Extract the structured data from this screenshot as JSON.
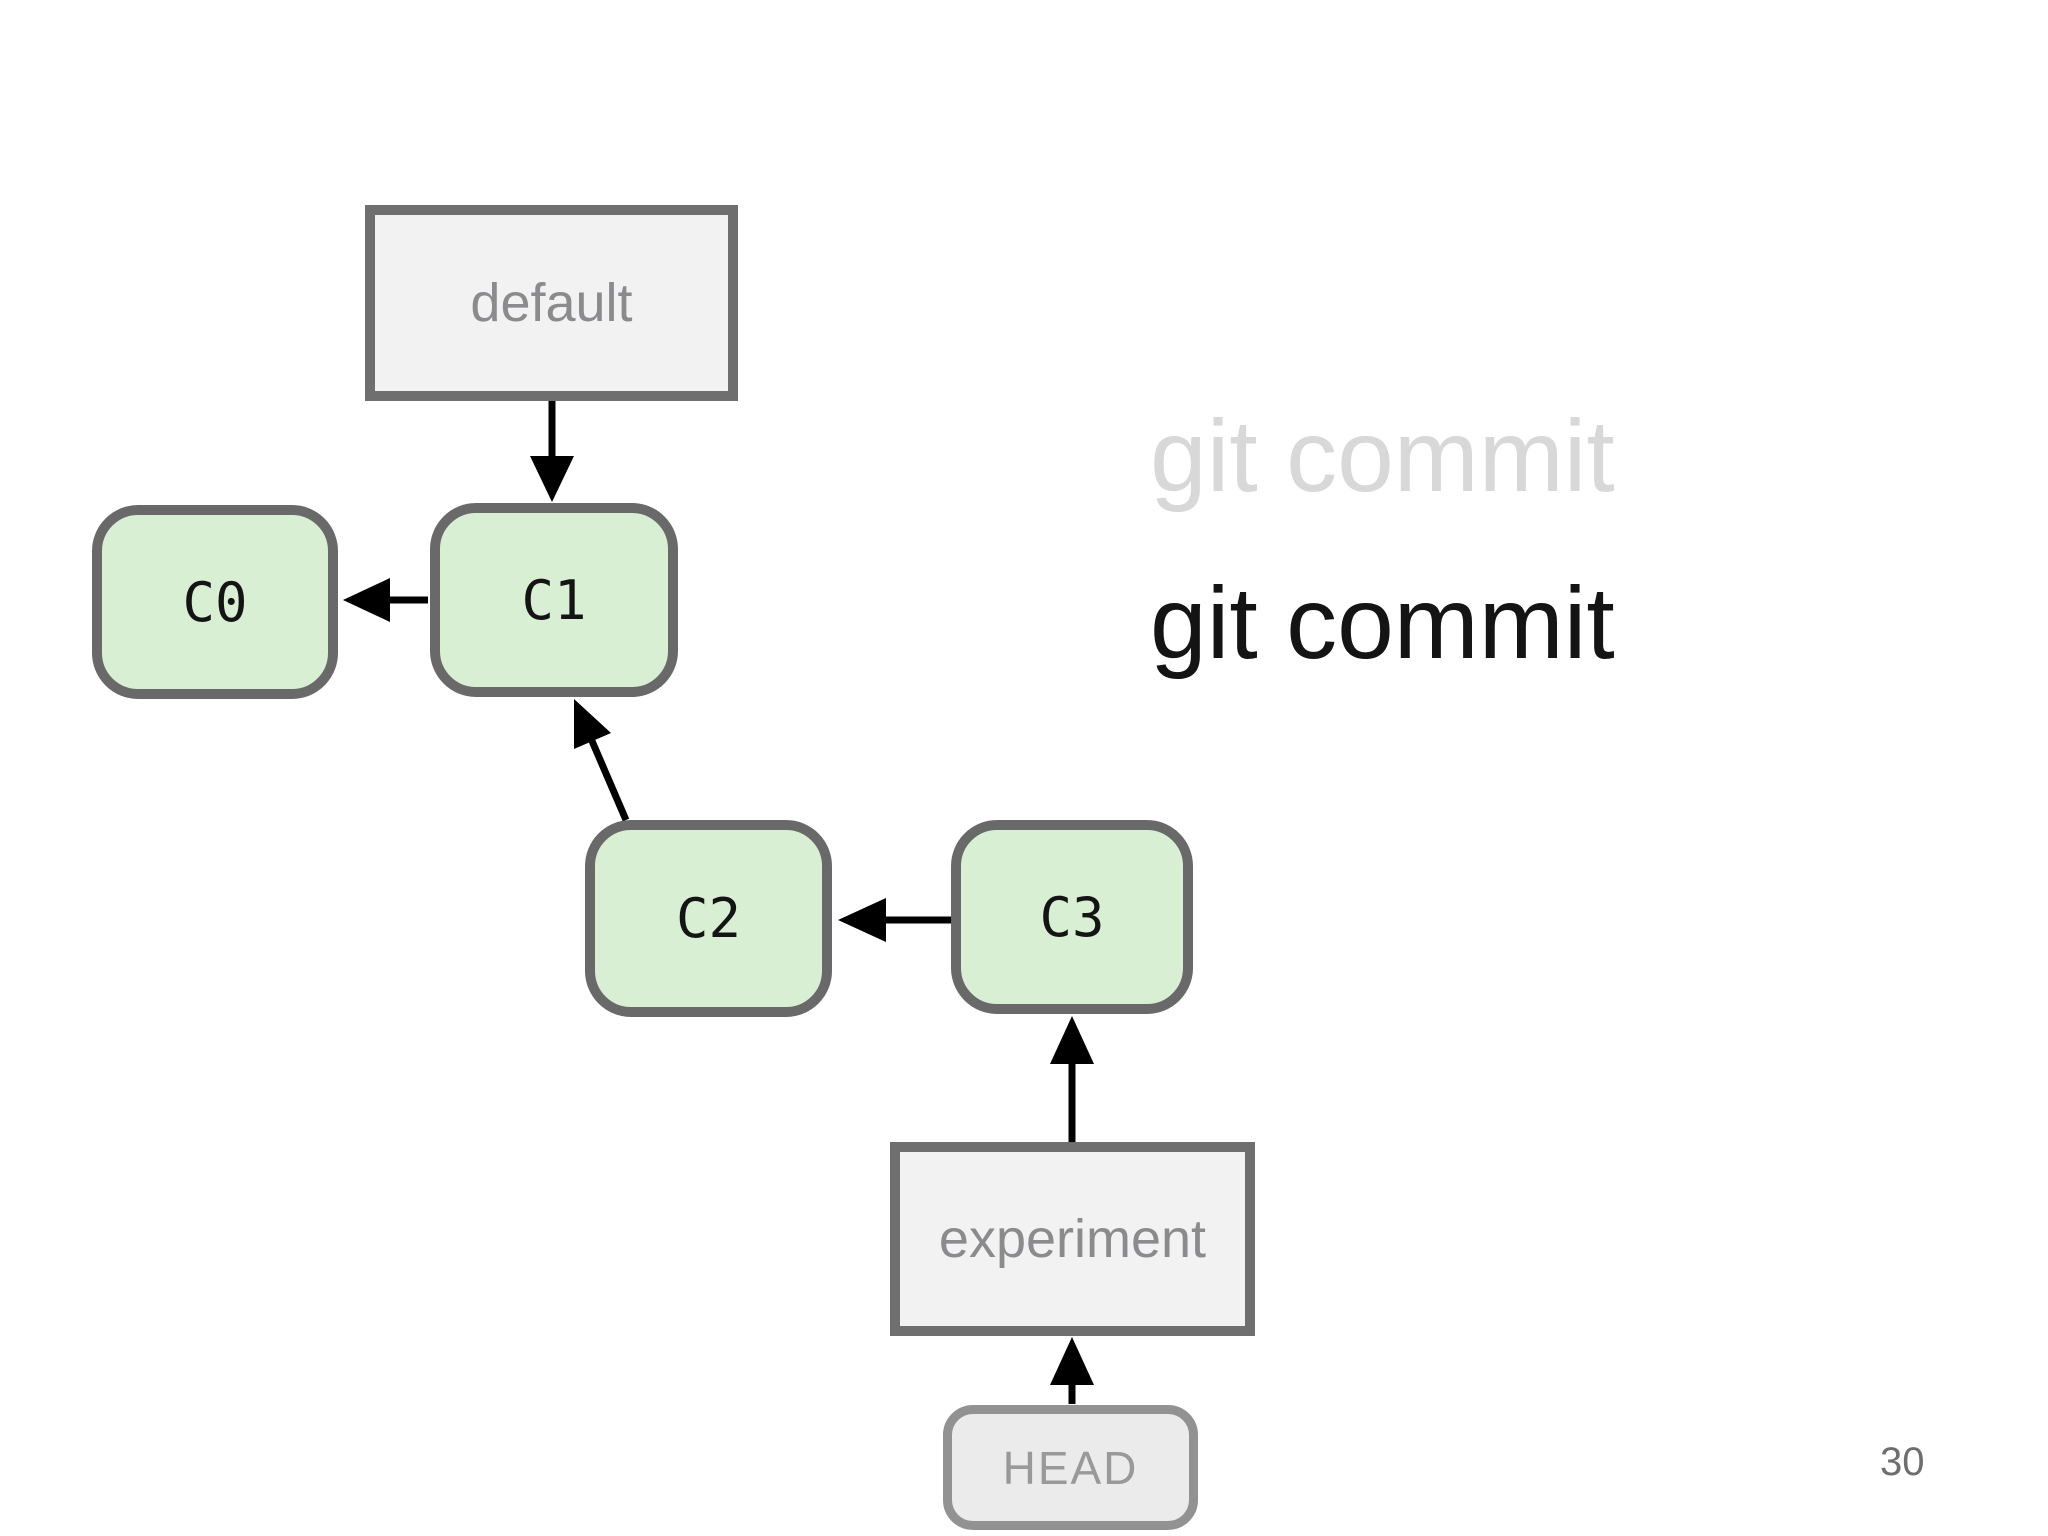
{
  "slide": {
    "page_number": "30",
    "commands": {
      "previous": "git commit",
      "current": "git commit"
    },
    "graph": {
      "branch_default_label": "default",
      "branch_experiment_label": "experiment",
      "head_label": "HEAD",
      "commits": [
        {
          "label": "C0"
        },
        {
          "label": "C1"
        },
        {
          "label": "C2"
        },
        {
          "label": "C3"
        }
      ],
      "edges": [
        "default -> C1",
        "C1 -> C0",
        "C2 -> C1",
        "C3 -> C2",
        "experiment -> C3",
        "HEAD -> experiment"
      ]
    },
    "colors": {
      "commit_fill": "#d9efd4",
      "commit_border": "#696969",
      "branch_box_fill": "#f2f2f2",
      "branch_box_border": "#6f6f6f",
      "branch_text": "#8b8b8e",
      "head_box_fill": "#ebebeb",
      "head_box_border": "#929292",
      "head_text": "#999999",
      "command_previous_color": "#d8d8d8",
      "command_current_color": "#141414",
      "arrow": "#000000",
      "page_number_color": "#6e6e6e"
    }
  }
}
